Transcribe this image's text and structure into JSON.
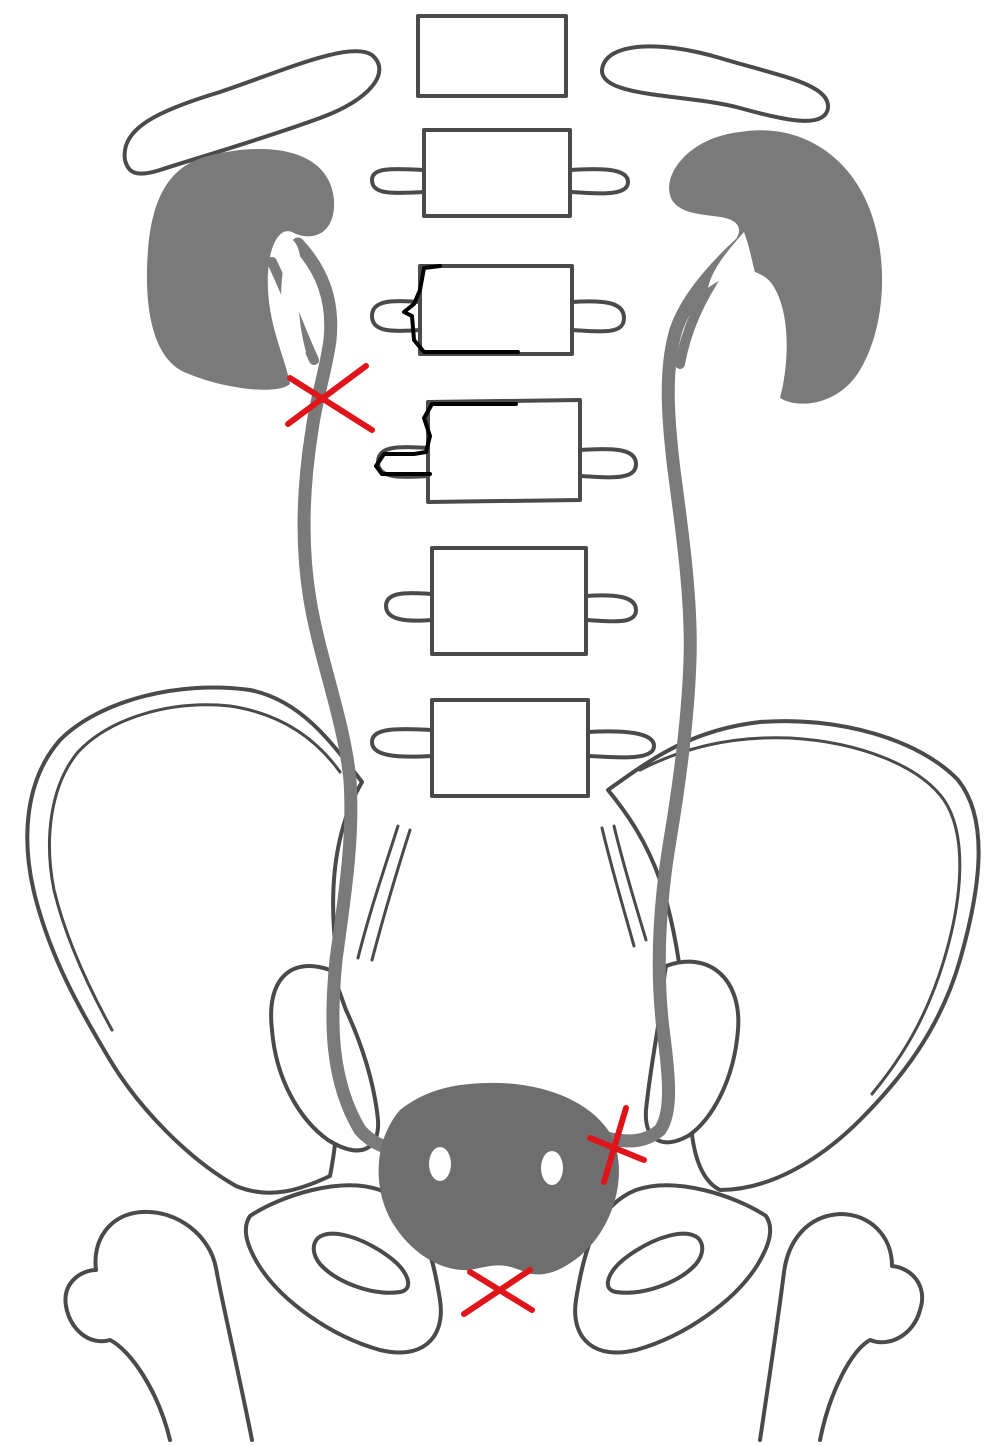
{
  "diagram": {
    "colors": {
      "organ": "#7a7a7a",
      "organ_dark": "#6e6e6e",
      "bone_outline": "#4a4a4a",
      "background": "#ffffff",
      "marker": "#e0141b",
      "highlight_outline": "#000000"
    },
    "structures": [
      "kidney-left",
      "kidney-right",
      "ureter-left",
      "ureter-right",
      "bladder",
      "rib-left",
      "rib-right",
      "vertebra-1",
      "vertebra-2",
      "vertebra-3",
      "vertebra-4",
      "vertebra-5",
      "vertebra-6",
      "pelvis-left",
      "pelvis-right",
      "femur-left",
      "femur-right"
    ],
    "markers": [
      {
        "name": "obstruction-marker-pelviureteric-junction",
        "symbol": "x"
      },
      {
        "name": "obstruction-marker-vesicoureteric-junction",
        "symbol": "x"
      },
      {
        "name": "obstruction-marker-bladder-neck",
        "symbol": "x"
      }
    ]
  }
}
